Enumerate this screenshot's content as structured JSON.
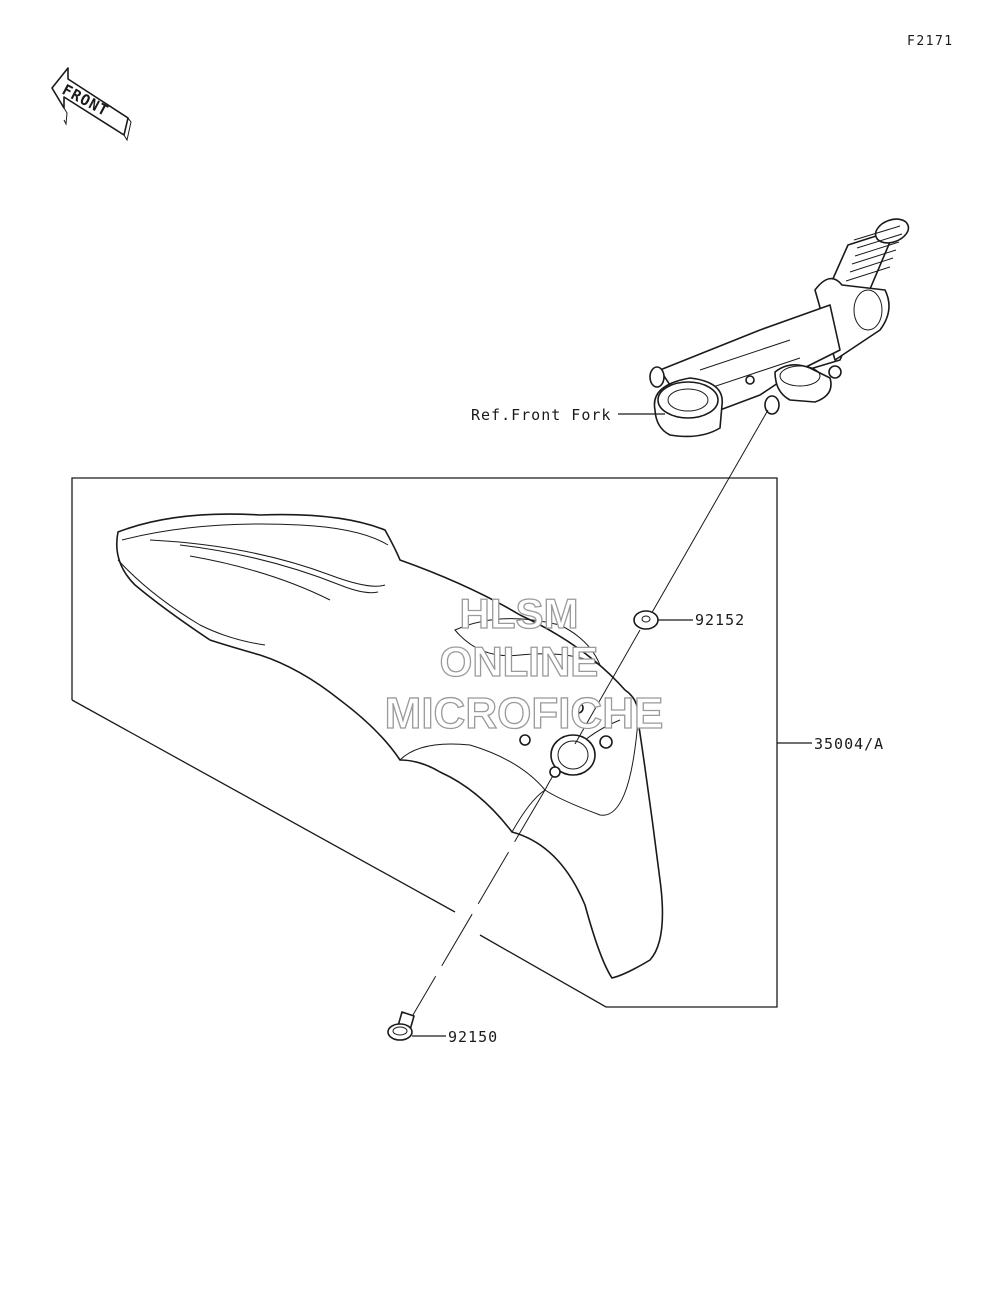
{
  "diagram_code": "F2171",
  "front_arrow_label": "FRONT",
  "callouts": {
    "ref_front_fork": "Ref.Front Fork",
    "washer": "92152",
    "fender_assembly": "35004/A",
    "bolt": "92150"
  },
  "watermark": {
    "line1": "HLSM",
    "line2": "ONLINE",
    "line3": "MICROFICHE"
  }
}
